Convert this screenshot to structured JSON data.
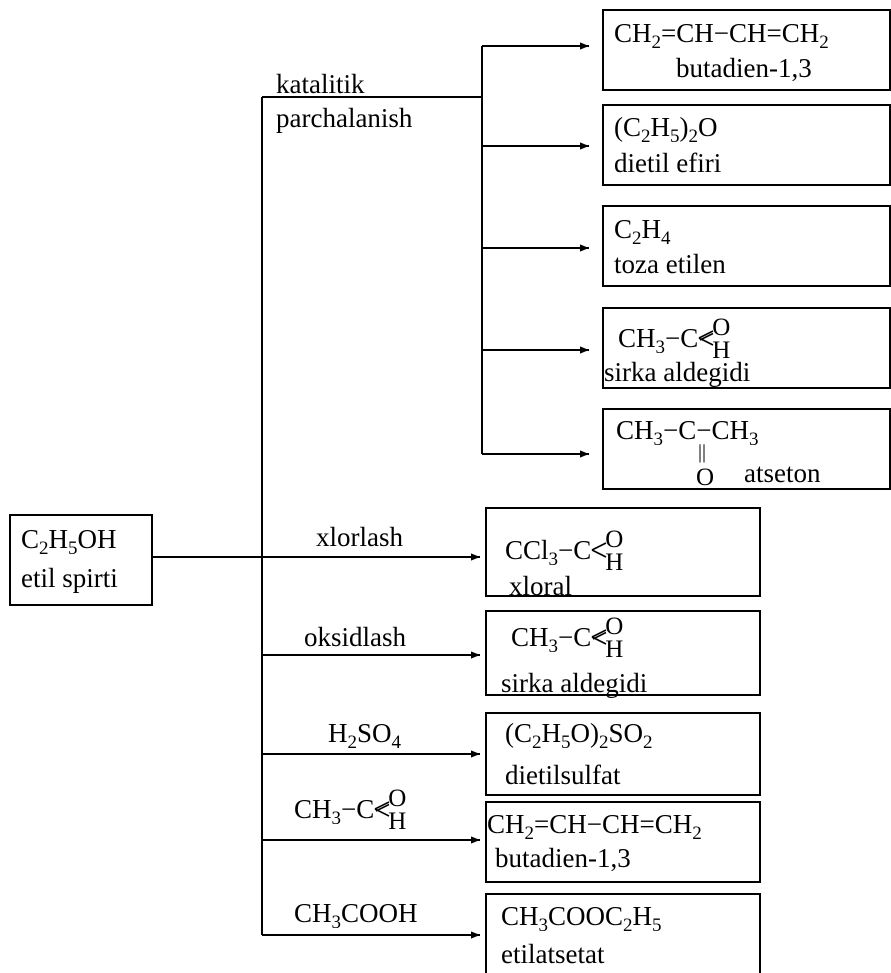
{
  "source": {
    "formula": "C2H5OH",
    "name": "etil spirti"
  },
  "branch_labels": {
    "catalytic": "katalitik parchalanish",
    "chlorination": "xlorlash",
    "oxidation": "oksidlash",
    "sulfuric": "H2SO4",
    "aldehyde": "CH3-CH=O",
    "acetic": "CH3COOH"
  },
  "products": [
    {
      "formula": "CH2=CH-CH=CH2",
      "name": "butadien-1,3"
    },
    {
      "formula": "(C2H5)2O",
      "name": "dietil efiri"
    },
    {
      "formula": "C2H4",
      "name": "toza etilen"
    },
    {
      "formula": "CH3-CH=O",
      "name": "sirka aldegidi"
    },
    {
      "formula": "CH3-CO-CH3",
      "name": "atseton"
    },
    {
      "formula": "CCl3-CH=O",
      "name": "xloral"
    },
    {
      "formula": "CH3-CH=O",
      "name": "sirka aldegidi"
    },
    {
      "formula": "(C2H5O)2SO2",
      "name": "dietilsulfat"
    },
    {
      "formula": "CH2=CH-CH=CH2",
      "name": "butadien-1,3"
    },
    {
      "formula": "CH3COOC2H5",
      "name": "etilatsetat"
    }
  ],
  "text": {
    "src_f": {
      "a": "C",
      "b": "2",
      "c": "H",
      "d": "5",
      "e": "OH"
    },
    "p1": {
      "a": "CH",
      "b": "2",
      "c": "=CH−CH=CH",
      "d": "2"
    },
    "p2": {
      "a": "(C",
      "b": "2",
      "c": "H",
      "d": "5",
      "e": ")",
      "f": "2",
      "g": "O"
    },
    "p3": {
      "a": "C",
      "b": "2",
      "c": "H",
      "d": "4"
    },
    "p4": {
      "a": "CH",
      "b": "3",
      "c": "−C",
      "o": "O",
      "h": "H"
    },
    "p5": {
      "a": "CH",
      "b": "3",
      "c": "−C−CH",
      "d": "3",
      "eq": "||",
      "o": "O"
    },
    "p6": {
      "a": "CCl",
      "b": "3",
      "c": "−C",
      "o": "O",
      "h": "H"
    },
    "p7": {
      "a": "CH",
      "b": "3",
      "c": "−C",
      "o": "O",
      "h": "H"
    },
    "p8": {
      "a": "(C",
      "b": "2",
      "c": "H",
      "d": "5",
      "e": "O)",
      "f": "2",
      "g": "SO",
      "h": "2"
    },
    "p9": {
      "a": "CH",
      "b": "2",
      "c": "=CH−CH=CH",
      "d": "2"
    },
    "p10": {
      "a": "CH",
      "b": "3",
      "c": "COOC",
      "d": "2",
      "e": "H",
      "f": "5"
    },
    "l_h2so4": {
      "a": "H",
      "b": "2",
      "c": "SO",
      "d": "4"
    },
    "l_ald": {
      "a": "CH",
      "b": "3",
      "c": "−C",
      "o": "O",
      "h": "H"
    },
    "l_acetic": {
      "a": "CH",
      "b": "3",
      "c": "COOH"
    }
  }
}
